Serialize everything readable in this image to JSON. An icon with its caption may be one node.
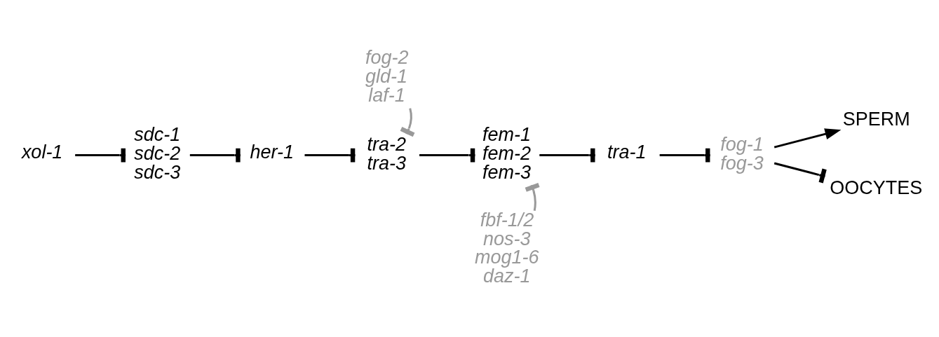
{
  "diagram": {
    "nodes": [
      {
        "text": [
          "xol-1"
        ]
      },
      {
        "text": [
          "sdc-1",
          "sdc-2",
          "sdc-3"
        ]
      },
      {
        "text": [
          "her-1"
        ]
      },
      {
        "text": [
          "fog-2",
          "gld-1",
          "laf-1"
        ]
      },
      {
        "text": [
          "tra-2",
          "tra-3"
        ]
      },
      {
        "text": [
          "fem-1",
          "fem-2",
          "fem-3"
        ]
      },
      {
        "text": [
          "fbf-1/2",
          "nos-3",
          "mog1-6",
          "daz-1"
        ]
      },
      {
        "text": [
          "tra-1"
        ]
      },
      {
        "text": [
          "fog-1",
          "fog-3"
        ]
      },
      {
        "text": [
          "SPERM"
        ]
      },
      {
        "text": [
          "OOCYTES"
        ]
      }
    ],
    "edges": [
      {
        "from": 0,
        "to": 1,
        "arrow": "other"
      },
      {
        "from": 1,
        "to": 2,
        "arrow": "other"
      },
      {
        "from": 2,
        "to": 4,
        "arrow": "other"
      },
      {
        "from": 3,
        "to": 4,
        "arrow": "other",
        "color": "#999999"
      },
      {
        "from": 4,
        "to": 5,
        "arrow": "other"
      },
      {
        "from": 6,
        "to": 5,
        "arrow": "other",
        "color": "#999999"
      },
      {
        "from": 5,
        "to": 7,
        "arrow": "other"
      },
      {
        "from": 7,
        "to": 8,
        "arrow": "other"
      },
      {
        "from": 8,
        "to": 9,
        "arrow": "to"
      },
      {
        "from": 8,
        "to": 10,
        "arrow": "other"
      }
    ]
  }
}
